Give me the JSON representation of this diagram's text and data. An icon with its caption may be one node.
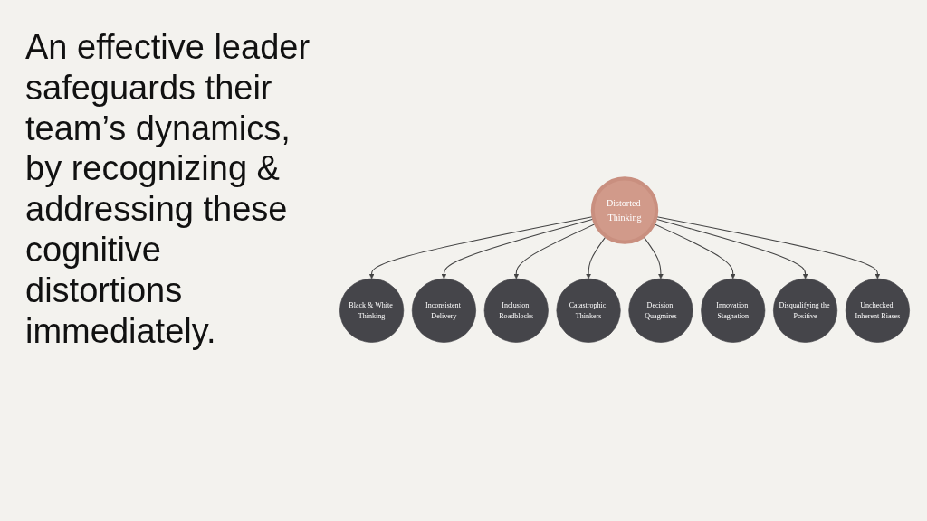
{
  "diagram": {
    "nodes": [
      {
        "text": [
          "Distorted Thinking"
        ]
      },
      {
        "text": [
          "Black & White Thinking"
        ]
      },
      {
        "text": [
          "Inconsistent Delivery"
        ]
      },
      {
        "text": [
          "Inclusion Roadblocks"
        ]
      },
      {
        "text": [
          "Catastrophic Thinkers"
        ]
      },
      {
        "text": [
          "Decision Quagmires"
        ]
      },
      {
        "text": [
          "Innovation Stagnation"
        ]
      },
      {
        "text": [
          "Disqualifying the Positive"
        ]
      },
      {
        "text": [
          "Unchecked Inherent Biases"
        ]
      }
    ],
    "edges": [
      {
        "from": 0,
        "to": 1,
        "arrow": "to"
      },
      {
        "from": 0,
        "to": 2,
        "arrow": "to"
      },
      {
        "from": 0,
        "to": 3,
        "arrow": "to"
      },
      {
        "from": 0,
        "to": 4,
        "arrow": "to"
      },
      {
        "from": 0,
        "to": 5,
        "arrow": "to"
      },
      {
        "from": 0,
        "to": 6,
        "arrow": "to"
      },
      {
        "from": 0,
        "to": 7,
        "arrow": "to"
      },
      {
        "from": 0,
        "to": 8,
        "arrow": "to"
      }
    ],
    "labels": [
      "An effective leader safeguards their team’s dynamics, by recognizing & addressing these cognitive distortions immediately."
    ]
  }
}
